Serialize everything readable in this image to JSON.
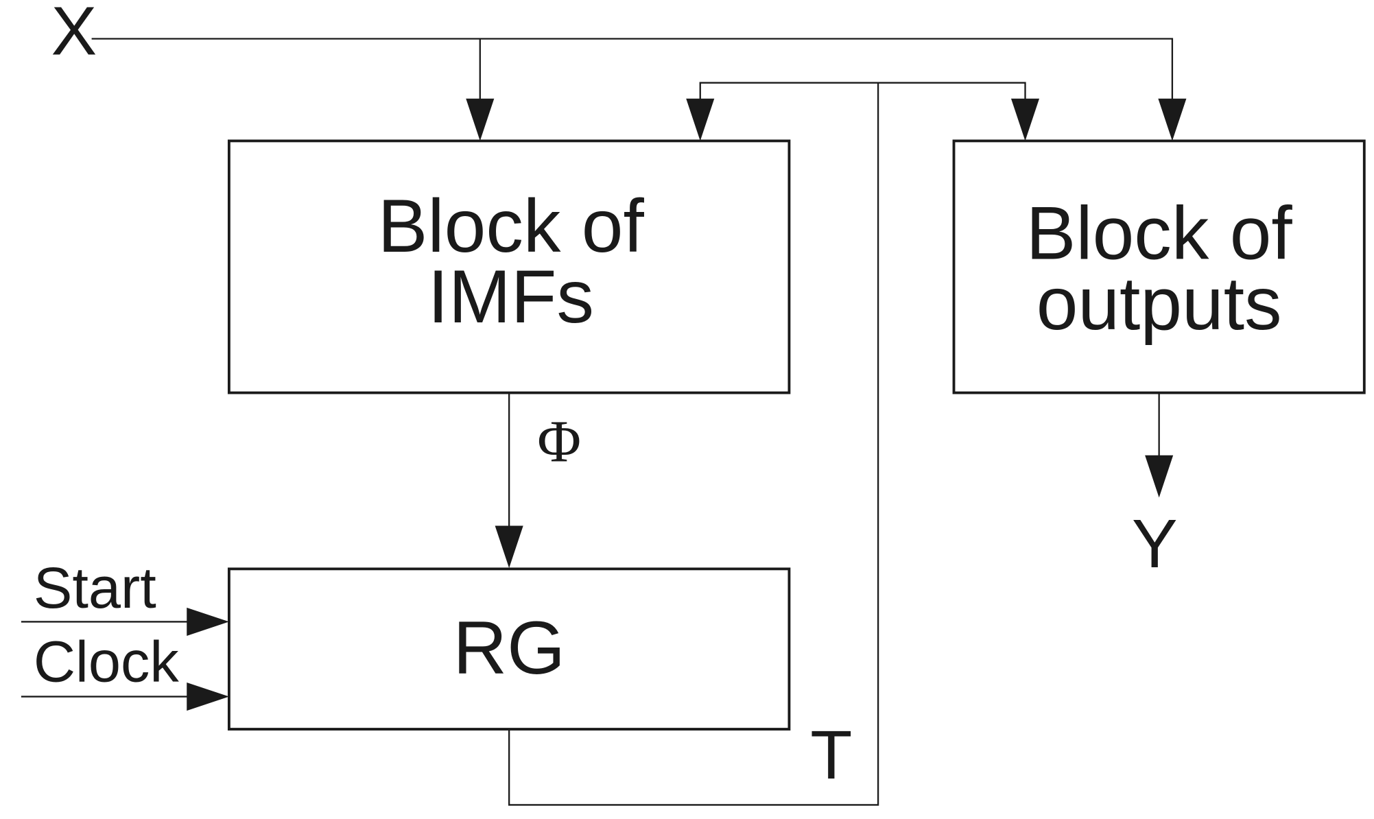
{
  "diagram": {
    "blocks": {
      "imfs": {
        "line1": "Block of",
        "line2": "IMFs"
      },
      "outputs": {
        "line1": "Block of",
        "line2": "outputs"
      },
      "register": {
        "label": "RG"
      }
    },
    "signals": {
      "input_x": "X",
      "phi": "Φ",
      "output_y": "Y",
      "start": "Start",
      "clock": "Clock",
      "t": "T"
    }
  }
}
